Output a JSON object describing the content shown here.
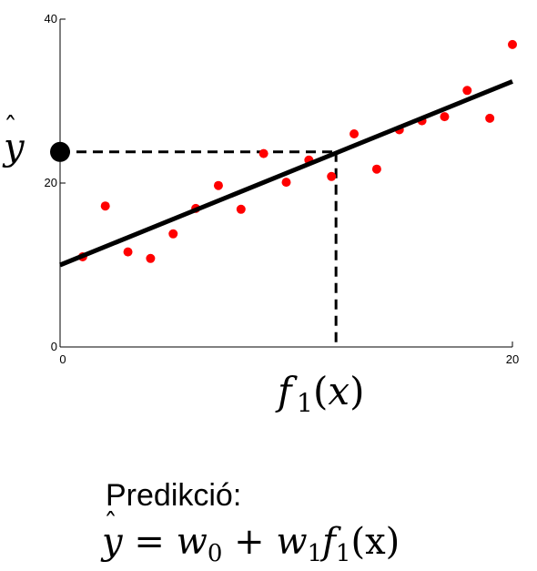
{
  "chart_data": {
    "type": "scatter",
    "xlim": [
      0,
      20
    ],
    "ylim": [
      0,
      40
    ],
    "x_ticks": [
      "0",
      "20"
    ],
    "y_ticks": [
      "0",
      "20",
      "40"
    ],
    "points": [
      {
        "x": 1,
        "y": 11
      },
      {
        "x": 2,
        "y": 17.2
      },
      {
        "x": 3,
        "y": 11.6
      },
      {
        "x": 4,
        "y": 10.8
      },
      {
        "x": 5,
        "y": 13.8
      },
      {
        "x": 6,
        "y": 16.9
      },
      {
        "x": 7,
        "y": 19.7
      },
      {
        "x": 8,
        "y": 16.8
      },
      {
        "x": 9,
        "y": 23.6
      },
      {
        "x": 10,
        "y": 20.1
      },
      {
        "x": 11,
        "y": 22.8
      },
      {
        "x": 12,
        "y": 20.8
      },
      {
        "x": 13,
        "y": 26
      },
      {
        "x": 14,
        "y": 21.7
      },
      {
        "x": 15,
        "y": 26.5
      },
      {
        "x": 16,
        "y": 27.6
      },
      {
        "x": 17,
        "y": 28.1
      },
      {
        "x": 18,
        "y": 31.3
      },
      {
        "x": 19,
        "y": 27.9
      },
      {
        "x": 20,
        "y": 36.9
      }
    ],
    "point_color": "#ff0000",
    "fit_line": {
      "intercept": 10,
      "slope": 1.12
    },
    "query": {
      "x": 12.2,
      "y": 23.8
    },
    "y_axis_label": "ŷ",
    "x_axis_label": "f₁(x)"
  },
  "caption": {
    "label": "Predikció:",
    "formula": {
      "y_hat": "y",
      "equals": "=",
      "w": "w",
      "sub0": "0",
      "plus": "+",
      "sub1": "1",
      "f": "f",
      "arg": "(x)"
    }
  }
}
